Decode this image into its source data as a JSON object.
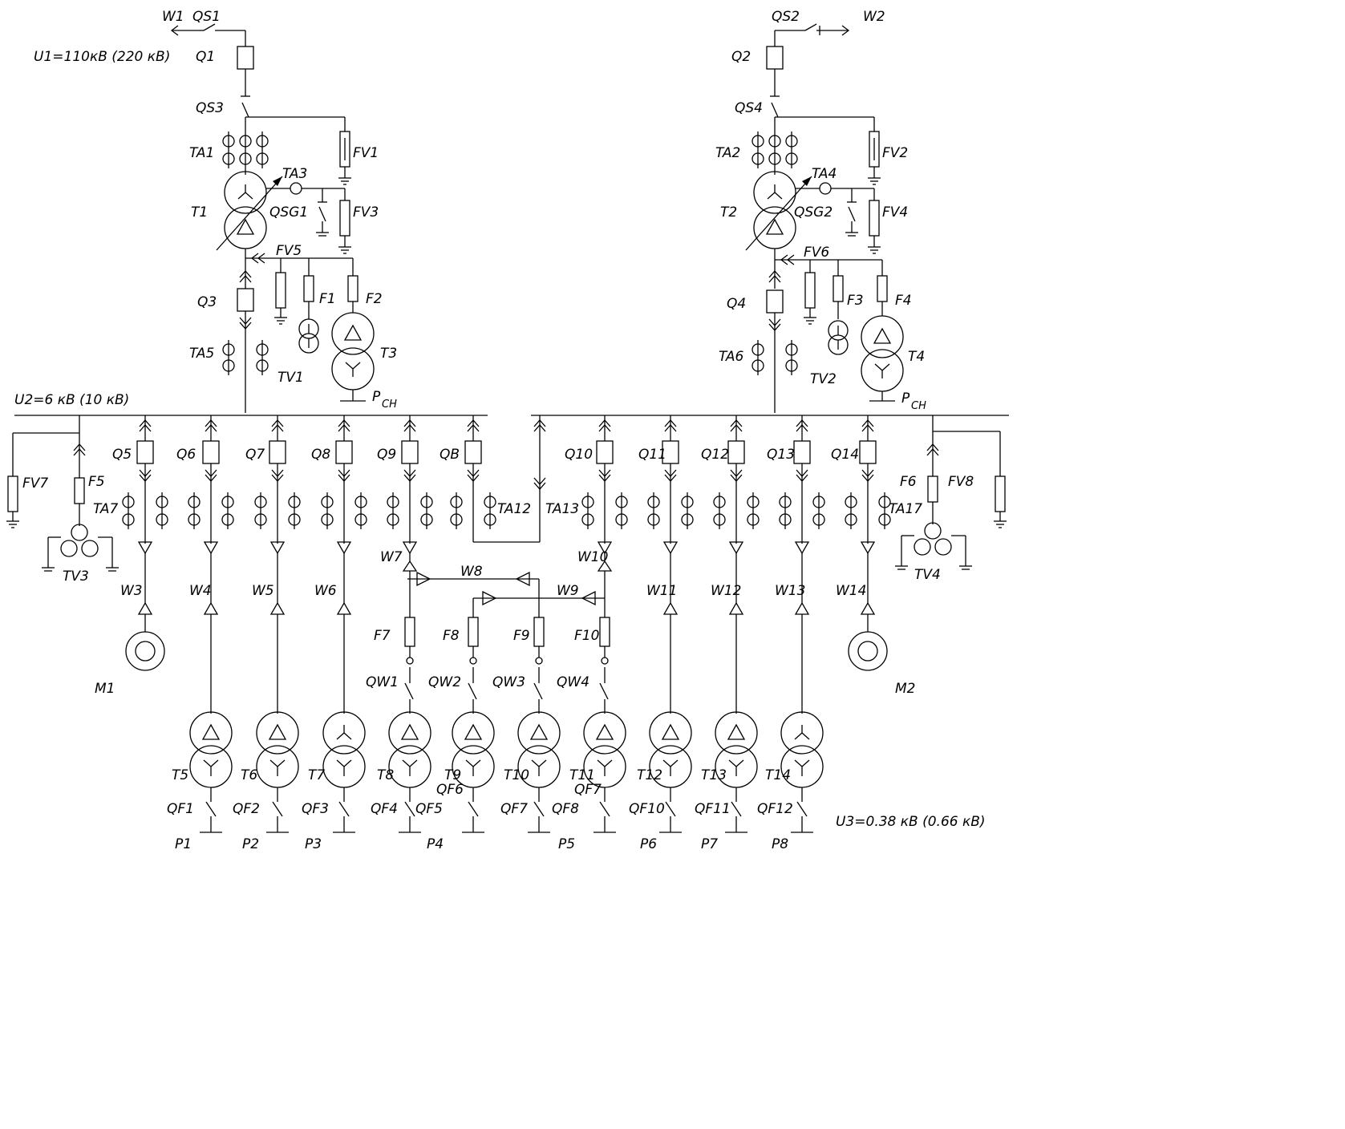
{
  "colors": {
    "line": "#000000",
    "background": "#ffffff"
  },
  "labels": {
    "w1": "W1",
    "qs1": "QS1",
    "u1": "U1=110кВ  (220  кВ)",
    "q1": "Q1",
    "qs3": "QS3",
    "ta1": "TA1",
    "fv1": "FV1",
    "ta3": "TA3",
    "t1": "T1",
    "qsg1": "QSG1",
    "fv3": "FV3",
    "fv5": "FV5",
    "q3": "Q3",
    "f1": "F1",
    "f2": "F2",
    "ta5": "TA5",
    "tv1": "TV1",
    "t3": "T3",
    "pch_left": "P",
    "pch_left_sub": "CH",
    "qs2": "QS2",
    "w2": "W2",
    "q2": "Q2",
    "qs4": "QS4",
    "ta2": "TA2",
    "fv2": "FV2",
    "ta4": "TA4",
    "t2": "T2",
    "qsg2": "QSG2",
    "fv4": "FV4",
    "fv6": "FV6",
    "q4": "Q4",
    "f3": "F3",
    "f4": "F4",
    "ta6": "TA6",
    "tv2": "TV2",
    "t4": "T4",
    "pch_right": "P",
    "pch_right_sub": "CH",
    "u2": "U2=6  кВ  (10  кВ)",
    "fv7": "FV7",
    "f5": "F5",
    "tv3": "TV3",
    "ta7": "TA7",
    "q5": "Q5",
    "q6": "Q6",
    "q7": "Q7",
    "q8": "Q8",
    "q9": "Q9",
    "qb": "QB",
    "ta12": "TA12",
    "ta13": "TA13",
    "q10": "Q10",
    "q11": "Q11",
    "q12": "Q12",
    "q13": "Q13",
    "q14": "Q14",
    "ta17": "TA17",
    "f6": "F6",
    "fv8": "FV8",
    "tv4": "TV4",
    "w3": "W3",
    "w4": "W4",
    "w5": "W5",
    "w6": "W6",
    "w7": "W7",
    "w8": "W8",
    "w9": "W9",
    "w10": "W10",
    "w11": "W11",
    "w12": "W12",
    "w13": "W13",
    "w14": "W14",
    "m1": "M1",
    "m2": "M2",
    "f7": "F7",
    "f8": "F8",
    "f9": "F9",
    "f10": "F10",
    "qw1": "QW1",
    "qw2": "QW2",
    "qw3": "QW3",
    "qw4": "QW4",
    "t5": "T5",
    "t6": "T6",
    "t7": "T7",
    "t8": "T8",
    "t9": "T9",
    "t10": "T10",
    "t11": "T11",
    "t12": "T12",
    "t13": "T13",
    "t14": "T14",
    "qf1": "QF1",
    "qf2": "QF2",
    "qf3": "QF3",
    "qf4": "QF4",
    "qf5": "QF5",
    "qf6": "QF6",
    "qf7a": "QF7",
    "qf7b": "QF7",
    "qf8": "QF8",
    "qf10": "QF10",
    "qf11": "QF11",
    "qf12": "QF12",
    "p1": "P1",
    "p2": "P2",
    "p3": "P3",
    "p4": "P4",
    "p5": "P5",
    "p6": "P6",
    "p7": "P7",
    "p8": "P8",
    "u3": "U3=0.38  кВ  (0.66  кВ)"
  }
}
